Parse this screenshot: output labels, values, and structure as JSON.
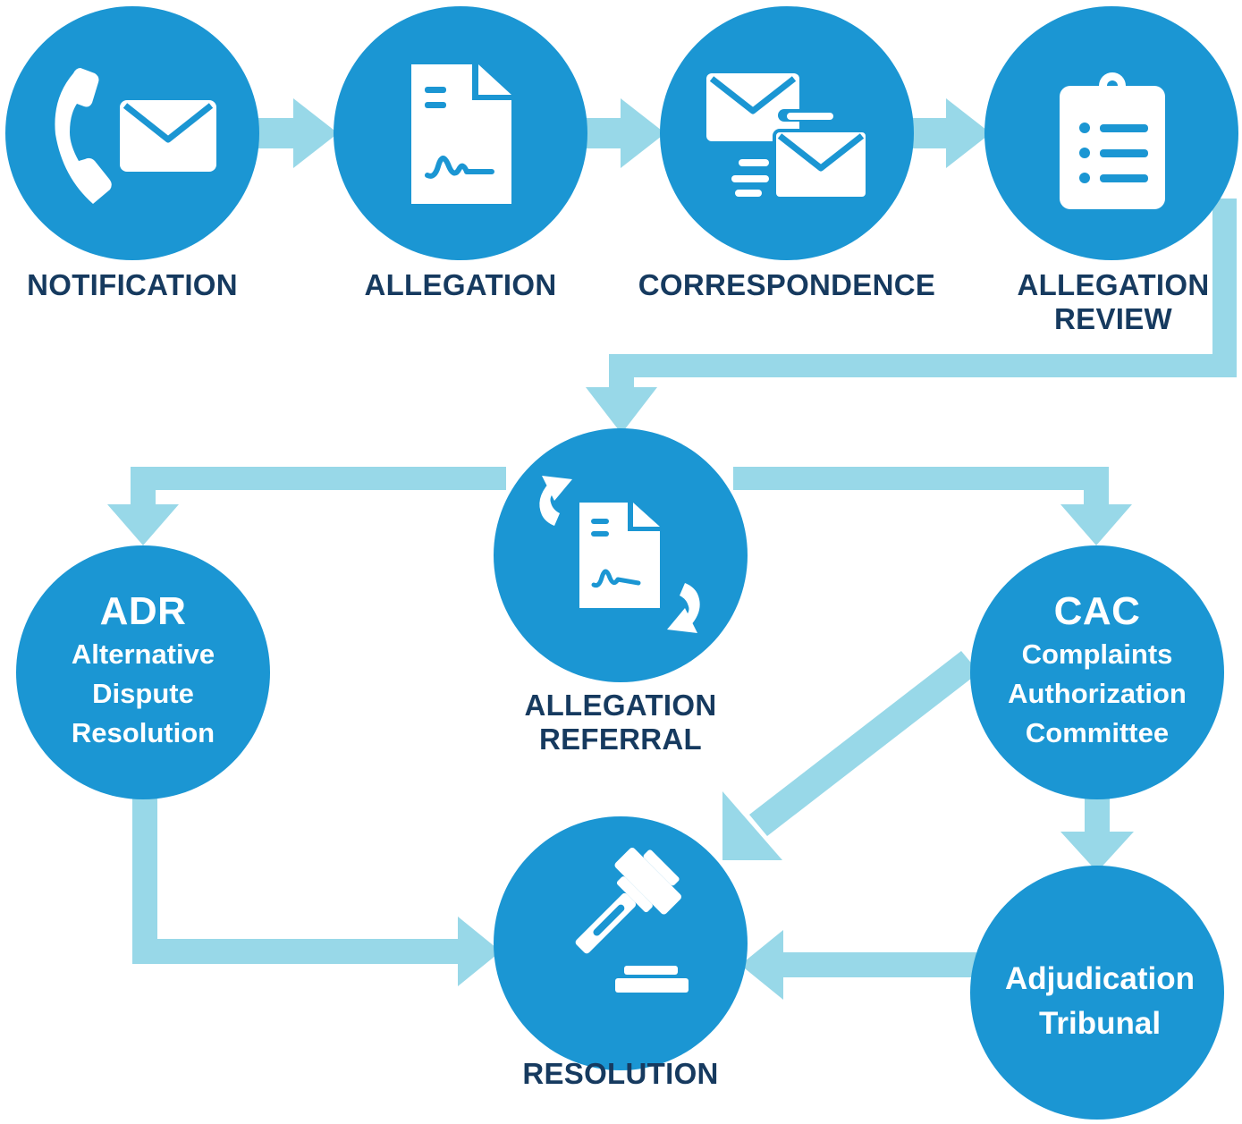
{
  "colors": {
    "circle": "#1b96d3",
    "arrow": "#98d8e8",
    "label": "#163a5f",
    "icon": "#ffffff"
  },
  "steps": {
    "notification": {
      "label": "NOTIFICATION",
      "icons": [
        "phone-icon",
        "envelope-icon"
      ]
    },
    "allegation": {
      "label": "ALLEGATION",
      "icons": [
        "signed-document-icon"
      ]
    },
    "correspondence": {
      "label": "CORRESPONDENCE",
      "icons": [
        "envelopes-icon"
      ]
    },
    "allegation_review": {
      "label_line1": "ALLEGATION",
      "label_line2": "REVIEW",
      "icons": [
        "clipboard-list-icon"
      ]
    },
    "allegation_referral": {
      "label_line1": "ALLEGATION",
      "label_line2": "REFERRAL",
      "icons": [
        "document-exchange-icon"
      ]
    },
    "adr": {
      "abbr": "ADR",
      "line1": "Alternative",
      "line2": "Dispute",
      "line3": "Resolution"
    },
    "cac": {
      "abbr": "CAC",
      "line1": "Complaints",
      "line2": "Authorization",
      "line3": "Committee"
    },
    "adjudication": {
      "line1": "Adjudication",
      "line2": "Tribunal"
    },
    "resolution": {
      "label": "RESOLUTION",
      "icons": [
        "gavel-icon"
      ]
    }
  }
}
